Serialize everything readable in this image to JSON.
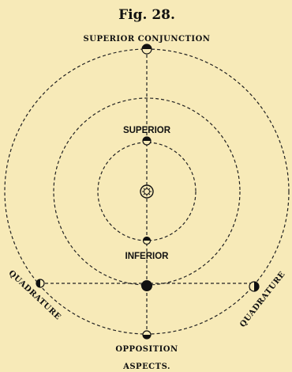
{
  "figure": {
    "title": "Fig. 28.",
    "caption": "ASPECTS."
  },
  "labels": {
    "superior_conjunction": "SUPERIOR CONJUNCTION",
    "superior": "SUPERIOR",
    "inferior": "INFERIOR",
    "opposition": "OPPOSITION",
    "quadrature_left": "QUADRATURE",
    "quadrature_right": "QUADRATURE"
  },
  "colors": {
    "background": "#f7eab8",
    "ink": "#111111"
  }
}
